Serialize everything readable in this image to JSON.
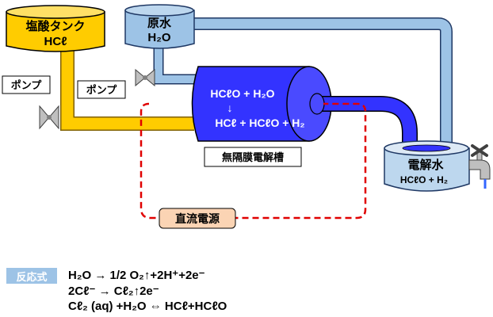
{
  "tanks": {
    "hcl": {
      "name": "塩酸タンク",
      "formula": "HCℓ"
    },
    "raw_water": {
      "name": "原水",
      "formula": "H₂O"
    }
  },
  "pumps": {
    "left_label": "ポンプ",
    "right_label": "ポンプ"
  },
  "cell": {
    "line1": "HCℓO + H₂O",
    "arrow": "↓",
    "line2": "HCℓ + HCℓO + H₂",
    "label": "無隔膜電解槽"
  },
  "power": {
    "label": "直流電源"
  },
  "output": {
    "name": "電解水",
    "formula": "HCℓO + H₂"
  },
  "reactions": {
    "badge": "反応式",
    "r1": "H₂O → 1/2 O₂↑+2H⁺+2e⁻",
    "r2": "2Cℓ⁻ → Cℓ₂↑2e⁻",
    "r3": "Cℓ₂ (aq) +H₂O ⇔ HCℓ+HCℓO"
  },
  "colors": {
    "hcl_tank": "#ffcc00",
    "water_tank": "#9dc3e6",
    "cell": "#3333ff",
    "dashed_wire": "#e00000",
    "power_box": "#fbd4b4"
  }
}
